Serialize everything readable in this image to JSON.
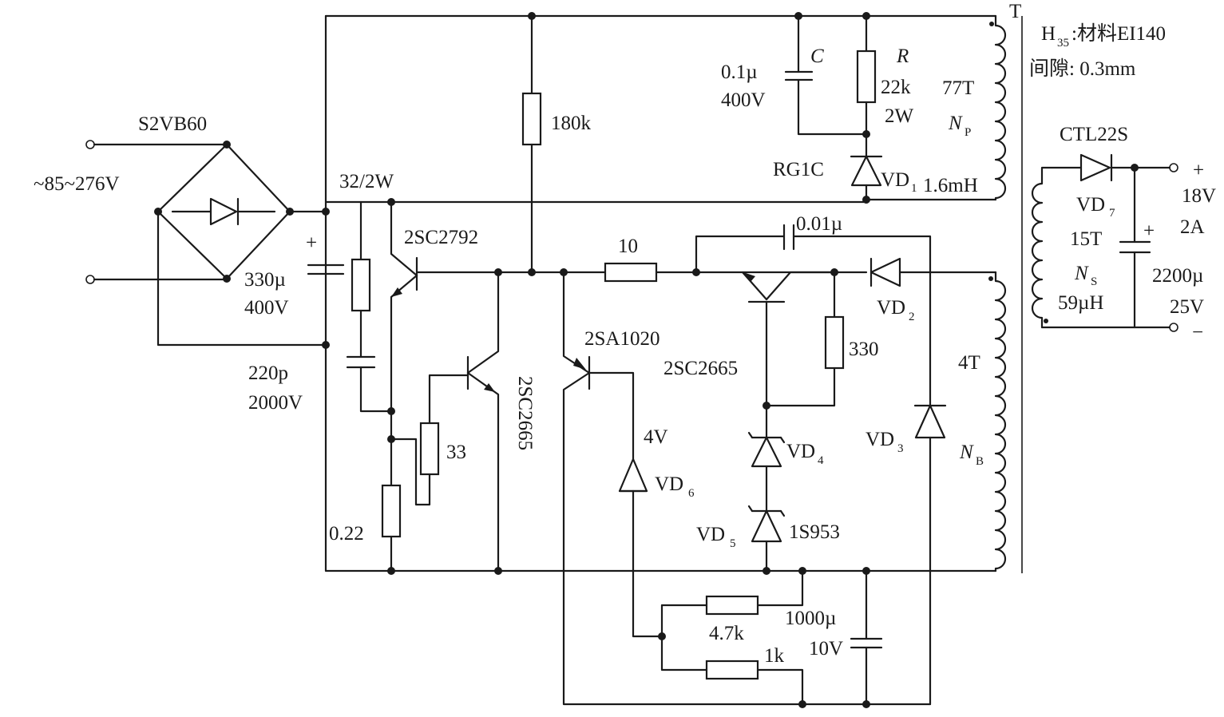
{
  "input": {
    "voltage": "~85~276V"
  },
  "bridge": {
    "part": "S2VB60"
  },
  "c_bulk": {
    "value": "330µ",
    "rating": "400V"
  },
  "c_snub_in": {
    "value": "220p",
    "rating": "2000V"
  },
  "r_32": {
    "value": "32/2W"
  },
  "q1": {
    "part": "2SC2792"
  },
  "r_180k": {
    "value": "180k"
  },
  "r_33": {
    "value": "33"
  },
  "r_022": {
    "value": "0.22"
  },
  "q2": {
    "part": "2SC2665"
  },
  "q3": {
    "part": "2SA1020"
  },
  "r_10": {
    "value": "10"
  },
  "c_001": {
    "value": "0.01µ"
  },
  "q4": {
    "part": "2SC2665"
  },
  "r_330": {
    "value": "330"
  },
  "vd2": {
    "main": "VD",
    "sub": "2"
  },
  "vd3": {
    "main": "VD",
    "sub": "3"
  },
  "vd4": {
    "main": "VD",
    "sub": "4"
  },
  "vd5": {
    "main": "VD",
    "sub": "5",
    "part": "1S953"
  },
  "vd6": {
    "main": "VD",
    "sub": "6",
    "zener": "4V"
  },
  "r_47k": {
    "value": "4.7k"
  },
  "r_1k": {
    "value": "1k"
  },
  "c_1000": {
    "value": "1000µ",
    "rating": "10V"
  },
  "snubber": {
    "c_name": "C",
    "c_value": "0.1µ",
    "c_rating": "400V",
    "r_name": "R",
    "r_value": "22k",
    "r_rating": "2W",
    "vd1_part": "RG1C",
    "vd1_main": "VD",
    "vd1_sub": "1"
  },
  "transformer": {
    "name": "T",
    "primary_turns": "77T",
    "primary_name": "N",
    "primary_sub": "P",
    "primary_inductance": "1.6mH",
    "bias_turns": "4T",
    "bias_name": "N",
    "bias_sub": "B",
    "core_main": "H",
    "core_sub": "35",
    "core_material": ":材料EI140",
    "gap": "间隙: 0.3mm"
  },
  "secondary": {
    "turns": "15T",
    "name": "N",
    "sub": "S",
    "inductance": "59µH",
    "diode_part": "CTL22S",
    "diode_main": "VD",
    "diode_sub": "7",
    "cap_value": "2200µ",
    "cap_rating": "25V",
    "out_plus": "+",
    "out_minus": "−",
    "out_voltage": "18V",
    "out_current": "2A"
  },
  "polarity_plus": "+"
}
